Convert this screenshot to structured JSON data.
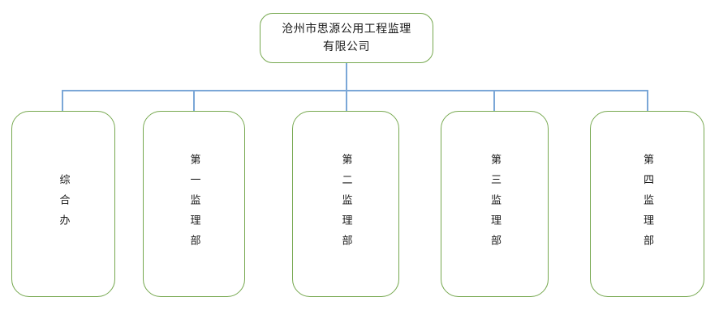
{
  "chart_data": {
    "type": "diagram",
    "diagram_type": "organization-chart",
    "orientation": "top-down",
    "root": {
      "label": "沧州市思源公用工程监理有限公司",
      "text_direction": "horizontal"
    },
    "children": [
      {
        "label": "综合办",
        "text_direction": "vertical"
      },
      {
        "label": "第一监理部",
        "text_direction": "vertical"
      },
      {
        "label": "第二监理部",
        "text_direction": "vertical"
      },
      {
        "label": "第三监理部",
        "text_direction": "vertical"
      },
      {
        "label": "第四监理部",
        "text_direction": "vertical"
      }
    ],
    "colors": {
      "node_border": "#76a84f",
      "node_fill": "#ffffff",
      "connector": "#7ba7d7",
      "text": "#1a1a1a",
      "background": "#ffffff"
    }
  }
}
